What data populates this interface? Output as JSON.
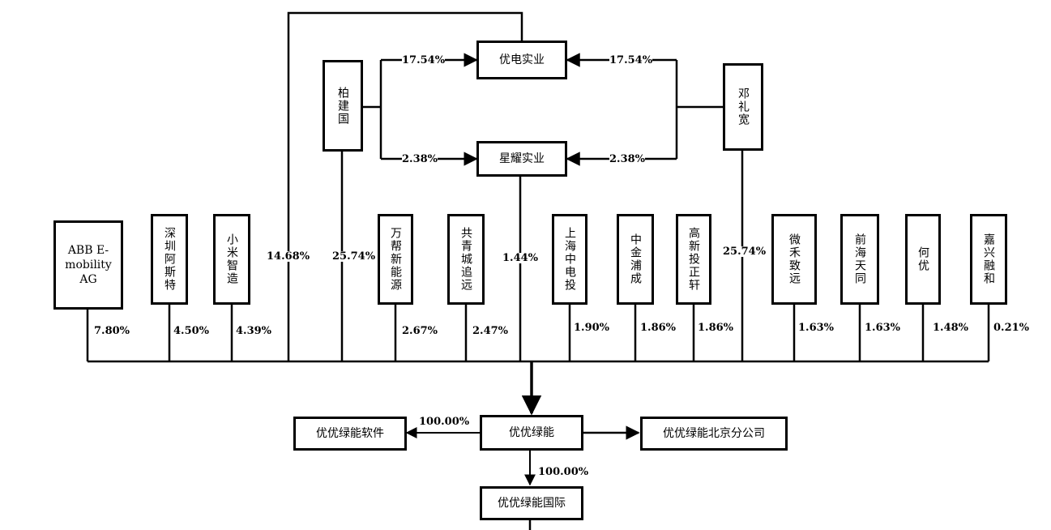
{
  "controllers": {
    "bai": {
      "name": "柏建国"
    },
    "deng": {
      "name": "邓礼宽"
    }
  },
  "holdcos": {
    "youdian": {
      "name": "优电实业"
    },
    "xingyao": {
      "name": "星耀实业"
    }
  },
  "edges_top": {
    "bai_youdian": "17.54%",
    "bai_xingyao": "2.38%",
    "deng_youdian": "17.54%",
    "deng_xingyao": "2.38%"
  },
  "shareholders": [
    {
      "id": "abb",
      "name": "ABB E-mobility AG",
      "pct": "7.80%"
    },
    {
      "id": "shenzhen-aste",
      "name": "深圳阿斯特",
      "pct": "4.50%"
    },
    {
      "id": "xiaomi",
      "name": "小米智造",
      "pct": "4.39%"
    },
    {
      "id": "youdian-link",
      "name": "",
      "pct": "14.68%"
    },
    {
      "id": "bai-link",
      "name": "",
      "pct": "25.74%"
    },
    {
      "id": "wanbang",
      "name": "万帮新能源",
      "pct": "2.67%"
    },
    {
      "id": "gongqing",
      "name": "共青城追远",
      "pct": "2.47%"
    },
    {
      "id": "xingyao-link",
      "name": "",
      "pct": "1.44%"
    },
    {
      "id": "shanghai-zdt",
      "name": "上海中电投",
      "pct": "1.90%"
    },
    {
      "id": "zhongjin",
      "name": "中金浦成",
      "pct": "1.86%"
    },
    {
      "id": "gaoxin",
      "name": "高新投正轩",
      "pct": "1.86%"
    },
    {
      "id": "deng-link",
      "name": "",
      "pct": "25.74%"
    },
    {
      "id": "weihe",
      "name": "微禾致远",
      "pct": "1.63%"
    },
    {
      "id": "qianhai",
      "name": "前海天同",
      "pct": "1.63%"
    },
    {
      "id": "heyou",
      "name": "何优",
      "pct": "1.48%"
    },
    {
      "id": "jiaxing",
      "name": "嘉兴融和",
      "pct": "0.21%"
    }
  ],
  "company": {
    "name": "优优绿能"
  },
  "subsidiaries": {
    "software": {
      "name": "优优绿能软件",
      "pct": "100.00%"
    },
    "beijing": {
      "name": "优优绿能北京分公司"
    },
    "international": {
      "name": "优优绿能国际",
      "pct": "100.00%"
    }
  }
}
